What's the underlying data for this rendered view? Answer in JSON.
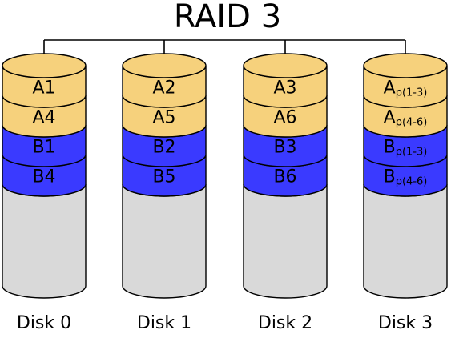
{
  "title": "RAID 3",
  "colors": {
    "a_block": "#f6d17c",
    "b_block": "#3a3aff",
    "empty": "#d9d9d9",
    "stroke": "#000000"
  },
  "disks": [
    {
      "label": "Disk 0",
      "segments": [
        {
          "main": "A1",
          "sub": "",
          "group": "a"
        },
        {
          "main": "A4",
          "sub": "",
          "group": "a"
        },
        {
          "main": "B1",
          "sub": "",
          "group": "b"
        },
        {
          "main": "B4",
          "sub": "",
          "group": "b"
        }
      ]
    },
    {
      "label": "Disk 1",
      "segments": [
        {
          "main": "A2",
          "sub": "",
          "group": "a"
        },
        {
          "main": "A5",
          "sub": "",
          "group": "a"
        },
        {
          "main": "B2",
          "sub": "",
          "group": "b"
        },
        {
          "main": "B5",
          "sub": "",
          "group": "b"
        }
      ]
    },
    {
      "label": "Disk 2",
      "segments": [
        {
          "main": "A3",
          "sub": "",
          "group": "a"
        },
        {
          "main": "A6",
          "sub": "",
          "group": "a"
        },
        {
          "main": "B3",
          "sub": "",
          "group": "b"
        },
        {
          "main": "B6",
          "sub": "",
          "group": "b"
        }
      ]
    },
    {
      "label": "Disk 3",
      "segments": [
        {
          "main": "A",
          "sub": "p(1-3)",
          "group": "a"
        },
        {
          "main": "A",
          "sub": "p(4-6)",
          "group": "a"
        },
        {
          "main": "B",
          "sub": "p(1-3)",
          "group": "b"
        },
        {
          "main": "B",
          "sub": "p(4-6)",
          "group": "b"
        }
      ]
    }
  ]
}
